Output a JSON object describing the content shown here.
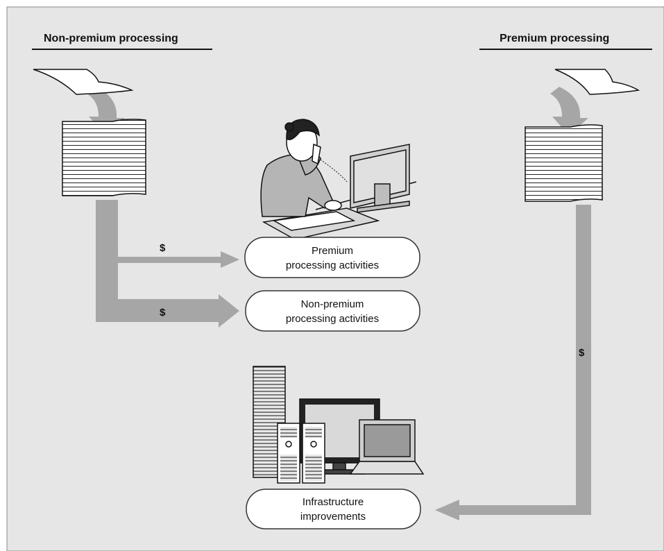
{
  "headings": {
    "left": "Non-premium processing",
    "right": "Premium processing"
  },
  "boxes": {
    "premium_activities": [
      "Premium",
      "processing activities"
    ],
    "nonpremium_activities": [
      "Non-premium",
      "processing activities"
    ],
    "infrastructure": [
      "Infrastructure",
      "improvements"
    ]
  },
  "flow_labels": {
    "to_premium_activities": "$",
    "to_nonpremium_activities": "$",
    "to_infrastructure": "$"
  },
  "illustrations": [
    "paper-feed-icon",
    "paper-stack-icon",
    "office-worker-icon",
    "computer-equipment-icon"
  ],
  "colors": {
    "background": "#e6e6e6",
    "arrow": "#a6a6a6",
    "box_fill": "#ffffff",
    "box_stroke": "#333333"
  }
}
